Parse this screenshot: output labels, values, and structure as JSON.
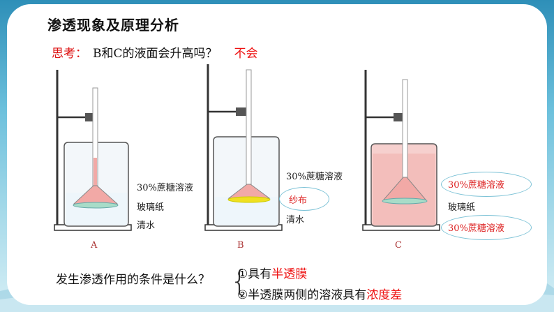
{
  "page": {
    "title": "渗透现象及原理分析",
    "question_label": "思考：",
    "question_text": "B和C的液面会升高吗？",
    "answer": "不会"
  },
  "figures": [
    {
      "caption": "A",
      "labels": [
        "30%蔗糖溶液",
        "玻璃纸",
        "清水"
      ]
    },
    {
      "caption": "B",
      "labels": [
        "30%蔗糖溶液",
        "纱布",
        "清水"
      ]
    },
    {
      "caption": "C",
      "labels": [
        "30%蔗糖溶液",
        "玻璃纸",
        "30%蔗糖溶液"
      ]
    }
  ],
  "conditions": {
    "question": "发生渗透作用的条件是什么？",
    "item1_prefix": "①具有",
    "item1_em": "半透膜",
    "item2_prefix": "②半透膜两侧的溶液具有",
    "item2_em": "浓度差"
  },
  "colors": {
    "accent_red": "#e11111",
    "sucrose_pink": "#f2a9a6",
    "membrane_teal": "#a8dcc8",
    "gauze_yellow": "#f0e020",
    "ellipse_blue": "#7cc2d6"
  }
}
